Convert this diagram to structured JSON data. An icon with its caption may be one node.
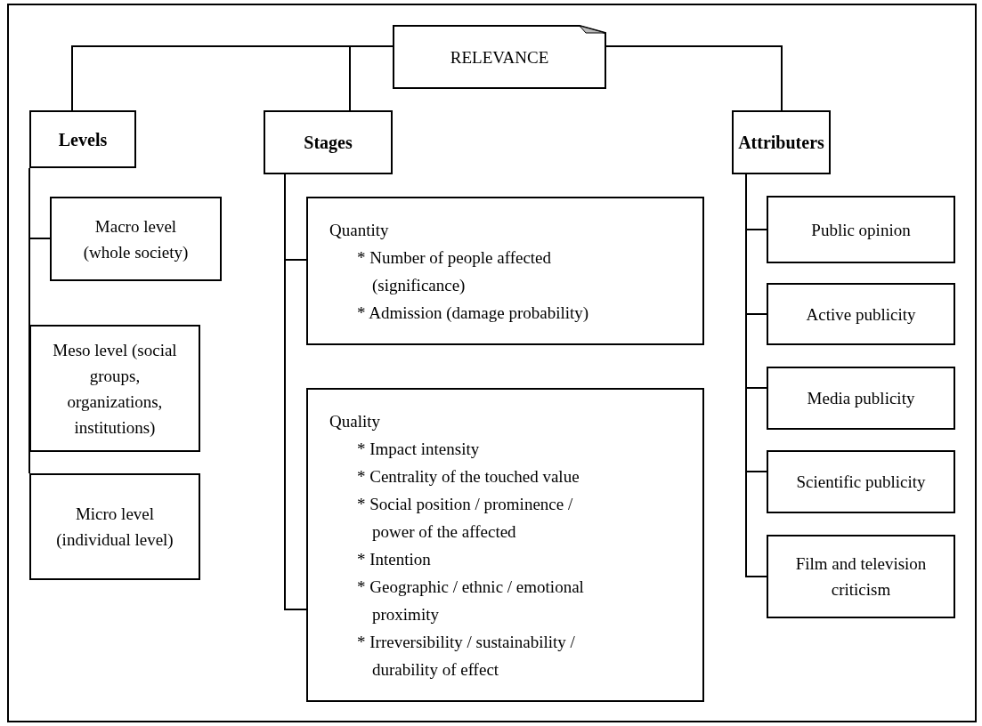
{
  "diagram": {
    "nodes": [
      {
        "text": [
          "RELEVANCE"
        ]
      },
      {
        "text": [
          "Levels"
        ]
      },
      {
        "text": [
          "Stages"
        ]
      },
      {
        "text": [
          "Attributers"
        ]
      },
      {
        "text": [
          "Macro level (whole society)"
        ]
      },
      {
        "text": [
          "Meso level (social groups, organizations, institutions)"
        ]
      },
      {
        "text": [
          "Micro level (individual level)"
        ]
      },
      {
        "text": [
          "Quantity",
          "* Number of people affected (significance)",
          "* Admission (damage probability)"
        ]
      },
      {
        "text": [
          "Quality",
          "* Impact intensity",
          "* Centrality of the touched value",
          "* Social position / prominence / power of the affected",
          "* Intention",
          "* Geographic / ethnic / emotional proximity",
          "* Irreversibility / sustainability / durability of effect"
        ]
      },
      {
        "text": [
          "Public opinion"
        ]
      },
      {
        "text": [
          "Active publicity"
        ]
      },
      {
        "text": [
          "Media publicity"
        ]
      },
      {
        "text": [
          "Scientific publicity"
        ]
      },
      {
        "text": [
          "Film and television criticism"
        ]
      }
    ],
    "edges": [
      {
        "from": 0,
        "to": 1,
        "arrow": "none"
      },
      {
        "from": 0,
        "to": 2,
        "arrow": "none"
      },
      {
        "from": 0,
        "to": 3,
        "arrow": "none"
      },
      {
        "from": 1,
        "to": 4,
        "arrow": "none"
      },
      {
        "from": 1,
        "to": 5,
        "arrow": "none"
      },
      {
        "from": 1,
        "to": 6,
        "arrow": "none"
      },
      {
        "from": 2,
        "to": 7,
        "arrow": "none"
      },
      {
        "from": 2,
        "to": 8,
        "arrow": "none"
      },
      {
        "from": 3,
        "to": 9,
        "arrow": "none"
      },
      {
        "from": 3,
        "to": 10,
        "arrow": "none"
      },
      {
        "from": 3,
        "to": 11,
        "arrow": "none"
      },
      {
        "from": 3,
        "to": 12,
        "arrow": "none"
      },
      {
        "from": 3,
        "to": 13,
        "arrow": "none"
      }
    ]
  }
}
